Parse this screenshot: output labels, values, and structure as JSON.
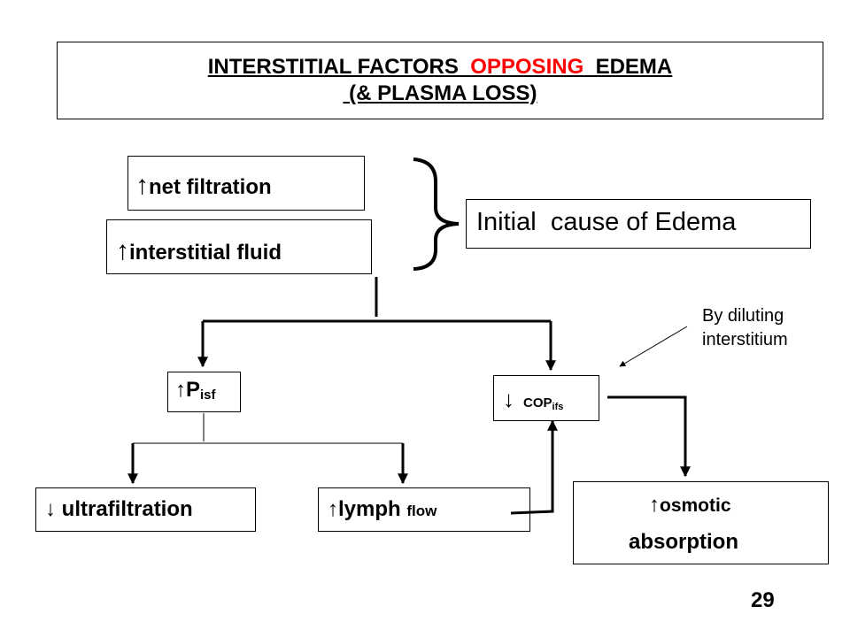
{
  "title": {
    "line1_part1": "INTERSTITIAL FACTORS  ",
    "line1_highlight": "OPPOSING",
    "line1_part2": "  EDEMA",
    "line2": " (& PLASMA LOSS)"
  },
  "nodes": {
    "net_filtration": {
      "arrow": "↑",
      "text": "net filtration"
    },
    "interstitial_fluid": {
      "arrow": "↑",
      "text": "interstitial fluid"
    },
    "initial_cause": {
      "text": "Initial  cause of Edema"
    },
    "p_isf": {
      "arrow": "↑",
      "text": "P",
      "sub": "isf"
    },
    "cop_ifs": {
      "arrow": "↓",
      "text": "COP",
      "sub": "ifs"
    },
    "ultrafiltration": {
      "arrow": "↓",
      "text": "ultrafiltration"
    },
    "lymph_flow": {
      "arrow": "↑",
      "text": "lymph",
      "small": "flow"
    },
    "osmotic_absorption": {
      "arrow": "↑",
      "text": "osmotic",
      "line2": "absorption"
    }
  },
  "annotation": {
    "line1": "By diluting",
    "line2": "interstitium"
  },
  "page_number": "29",
  "colors": {
    "highlight": "#ff0000",
    "lines": "#000000"
  }
}
